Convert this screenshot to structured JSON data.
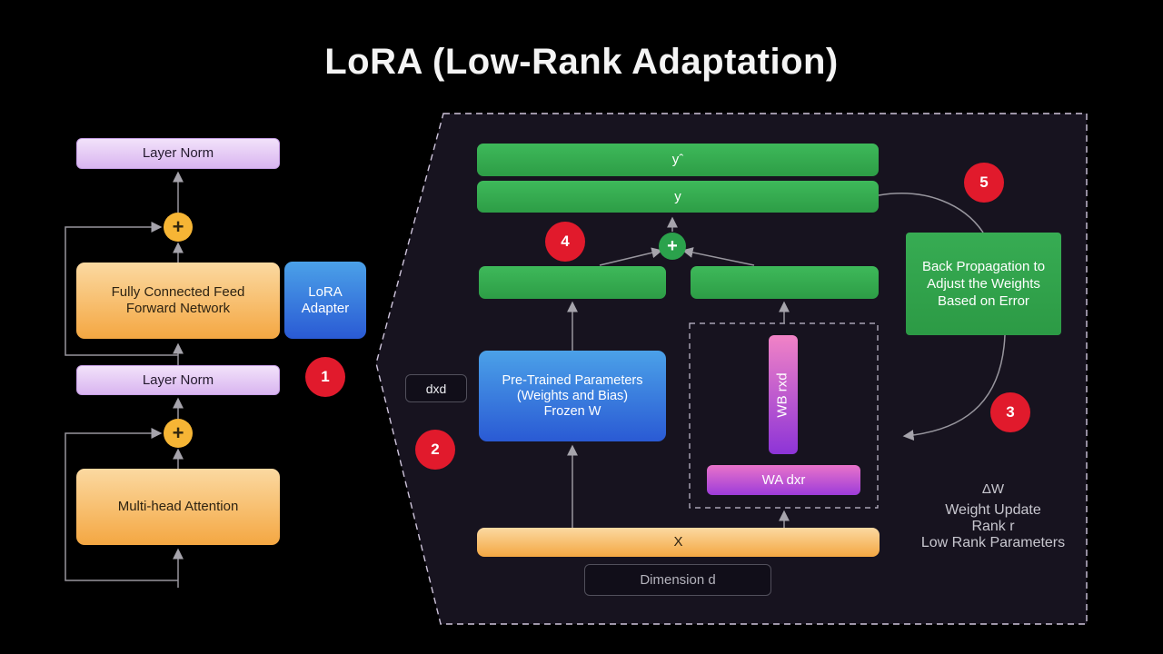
{
  "title": "LoRA (Low-Rank Adaptation)",
  "colors": {
    "background": "#000000",
    "panel_fill": "#17131f",
    "green": "#35aa50",
    "blue_top": "#4ba1e8",
    "blue_bottom": "#2a5ad4",
    "orange": "#f4a742",
    "lavender": "#e3c4f3",
    "pink": "#f183c6",
    "purple": "#8d34d7",
    "red_badge": "#e11a2c",
    "line_gray": "#98969e"
  },
  "transformer": {
    "layer_norm_top": "Layer Norm",
    "residual_plus_top": "+",
    "ffn": "Fully Connected Feed Forward Network",
    "lora_adapter": "LoRA Adapter",
    "layer_norm_bottom": "Layer Norm",
    "residual_plus_bottom": "+",
    "mha": "Multi-head Attention"
  },
  "steps": {
    "one": "1",
    "two": "2",
    "three": "3",
    "four": "4",
    "five": "5"
  },
  "lora_detail": {
    "y_hat": "yˆ",
    "y": "y",
    "sum_plus": "+",
    "back_propagation": "Back Propagation to Adjust the Weights Based on Error",
    "dxd": "dxd",
    "pretrained": {
      "line1": "Pre-Trained Parameters",
      "line2": "(Weights and Bias)",
      "line3": "Frozen W"
    },
    "wb": "WB rxd",
    "wa": "WA dxr",
    "x": "X",
    "dimension": "Dimension d",
    "annotation": {
      "delta_w": "ΔW",
      "line1": "Weight Update",
      "line2": "Rank r",
      "line3": "Low Rank Parameters"
    }
  }
}
